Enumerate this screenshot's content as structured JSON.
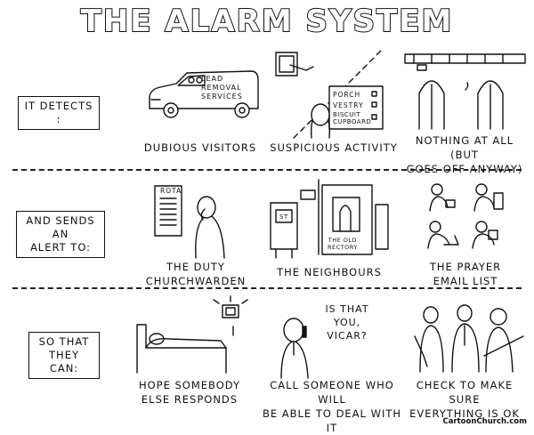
{
  "title": "THE ALARM SYSTEM",
  "rows": [
    {
      "label": "IT DETECTS :",
      "panels": [
        {
          "caption": "DUBIOUS VISITORS",
          "sign": "LEAD\nREMOVAL\nSERVICES"
        },
        {
          "caption": "SUSPICIOUS ACTIVITY",
          "panel_labels": [
            "PORCH",
            "VESTRY",
            "BISCUIT\nCUPBOARD"
          ]
        },
        {
          "caption": "NOTHING AT ALL (BUT\nGOES OFF ANYWAY)"
        }
      ]
    },
    {
      "label": "AND SENDS AN\nALERT TO:",
      "panels": [
        {
          "caption": "THE DUTY\nCHURCHWARDEN",
          "board_title": "ROTA"
        },
        {
          "caption": "THE NEIGHBOURS",
          "house_sign": "THE OLD\nRECTORY",
          "church_sign": "ST"
        },
        {
          "caption": "THE PRAYER\nEMAIL LIST"
        }
      ]
    },
    {
      "label": "SO THAT\nTHEY CAN:",
      "panels": [
        {
          "caption": "HOPE SOMEBODY\nELSE RESPONDS"
        },
        {
          "caption": "CALL SOMEONE WHO WILL\nBE ABLE TO DEAL WITH IT",
          "speech": "IS THAT\nYOU,\nVICAR?"
        },
        {
          "caption": "CHECK TO MAKE SURE\nEVERYTHING IS OK"
        }
      ]
    }
  ],
  "credit": "CartoonChurch.com"
}
